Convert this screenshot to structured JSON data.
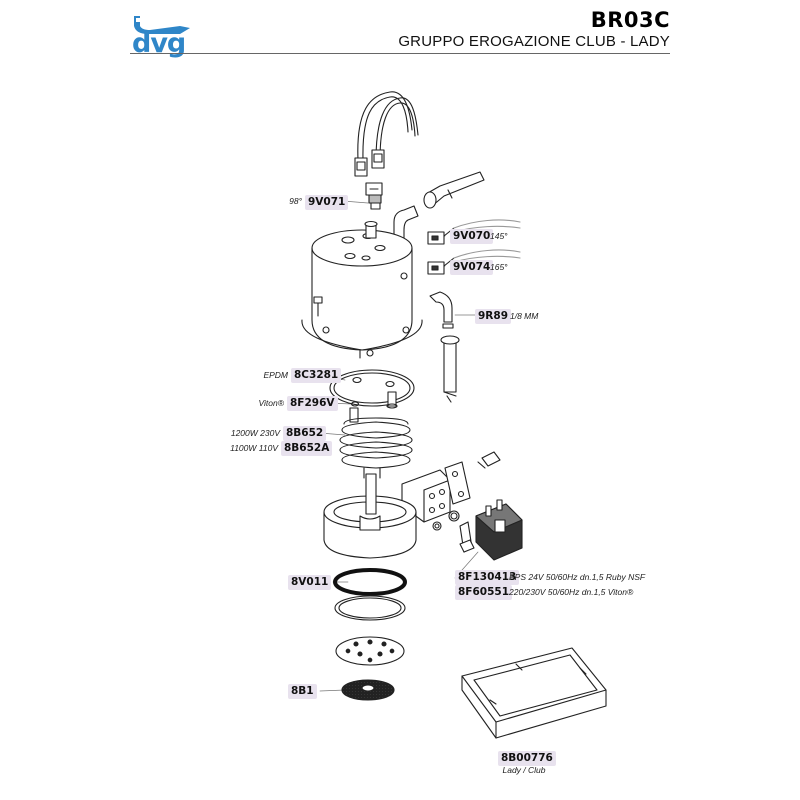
{
  "brand": {
    "logo_text": "dvg",
    "accent": "#2f86c8"
  },
  "header": {
    "code": "BR03C",
    "subtitle": "GRUPPO EROGAZIONE CLUB - LADY"
  },
  "parts": {
    "p9V071": {
      "code": "9V071",
      "note": "98°"
    },
    "p9V070": {
      "code": "9V070",
      "note": "145°"
    },
    "p9V074": {
      "code": "9V074",
      "note": "165°"
    },
    "p9R89": {
      "code": "9R89",
      "note": "1/8 MM"
    },
    "p8C3281": {
      "code": "8C3281",
      "note": "EPDM"
    },
    "p8F296V": {
      "code": "8F296V",
      "note": "Viton®"
    },
    "p8B652": {
      "code": "8B652",
      "note": "1200W 230V"
    },
    "p8B652A": {
      "code": "8B652A",
      "note": "1100W 110V"
    },
    "p8V011": {
      "code": "8V011"
    },
    "p8F130413": {
      "code": "8F130413",
      "note": "PPS 24V 50/60Hz dn.1,5 Ruby NSF"
    },
    "p8F60551": {
      "code": "8F60551",
      "note": "220/230V 50/60Hz dn.1,5 Viton®"
    },
    "p8B1": {
      "code": "8B1"
    },
    "p8B00776": {
      "code": "8B00776",
      "note": "Lady / Club"
    }
  },
  "colors": {
    "label_bg": "#e8e2ee",
    "line": "#222222",
    "leader": "#777777"
  }
}
